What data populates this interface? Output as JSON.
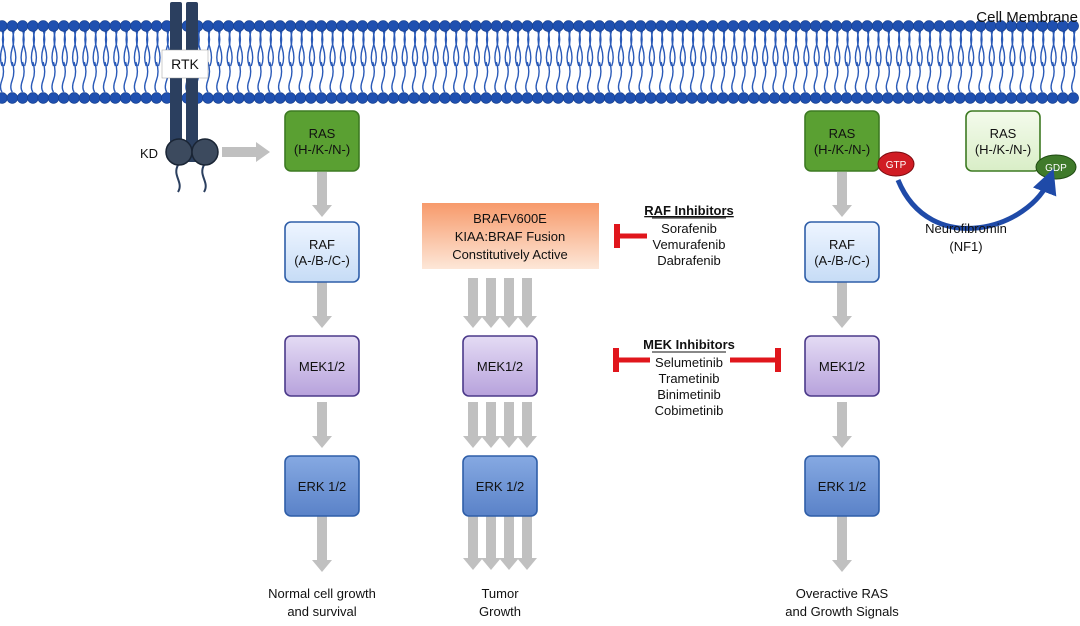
{
  "membrane": {
    "label": "Cell Membrane"
  },
  "receptor": {
    "label": "RTK",
    "kd_label": "KD"
  },
  "pathways": [
    {
      "nodes": [
        "RAS\n(H-/K-/N-)",
        "RAF\n(A-/B-/C-)",
        "MEK1/2",
        "ERK 1/2"
      ],
      "outcome": "Normal cell growth\nand survival"
    },
    {
      "mutant": "BRAFV600E\nKIAA:BRAF Fusion\nConstitutively Active",
      "nodes": [
        "MEK1/2",
        "ERK 1/2"
      ],
      "outcome": "Tumor\nGrowth"
    },
    {
      "nodes": [
        "RAS\n(H-/K-/N-)",
        "RAF\n(A-/B-/C-)",
        "MEK1/2",
        "ERK 1/2"
      ],
      "outcome": "Overactive RAS\nand Growth Signals"
    }
  ],
  "gtp": {
    "label": "GTP"
  },
  "gdp": {
    "label": "GDP"
  },
  "inactive_ras": {
    "label": "RAS\n(H-/K-/N-)"
  },
  "nf1": {
    "label": "Neurofibromin\n(NF1)"
  },
  "raf_inhibitors": {
    "title": "RAF Inhibitors",
    "drugs": [
      "Sorafenib",
      "Vemurafenib",
      "Dabrafenib"
    ]
  },
  "mek_inhibitors": {
    "title": "MEK Inhibitors",
    "drugs": [
      "Selumetinib",
      "Trametinib",
      "Binimetinib",
      "Cobimetinib"
    ]
  },
  "colors": {
    "membrane_head": "#1f50b0",
    "membrane_tail": "#2a5ab8",
    "ras_fill": "#5aa032",
    "ras_stroke": "#3d7a22",
    "raf_fill": "#d7e8fb",
    "raf_stroke": "#2f5ea8",
    "mek_fill": "#c6b4e4",
    "mek_stroke": "#4b3a8a",
    "erk_fill": "#6d94d6",
    "erk_stroke": "#2f5ea8",
    "arrow": "#c0c0c0",
    "inhibitor": "#e0161c",
    "gtp_fill": "#d01c24",
    "gdp_fill": "#3f7a2a",
    "receptor": "#2b3f5f",
    "mutant_top": "#f79a6b",
    "mutant_bottom": "#fde7d8"
  }
}
